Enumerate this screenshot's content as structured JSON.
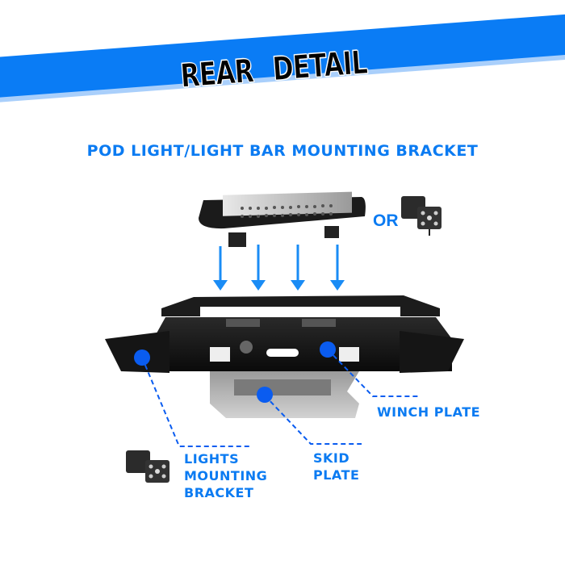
{
  "banner": {
    "title": "REAR  DETAIL",
    "color": "#0a7cf5"
  },
  "subtitle": "POD LIGHT/LIGHT BAR MOUNTING BRACKET",
  "or_label": "OR",
  "callouts": {
    "winch_plate": "WINCH PLATE",
    "skid_plate_line1": "SKID",
    "skid_plate_line2": "PLATE",
    "lights_line1": "LIGHTS",
    "lights_line2": "MOUNTING",
    "lights_line3": "BRACKET"
  },
  "colors": {
    "accent": "#0b7bf2",
    "marker": "#0a5cf0",
    "arrow": "#1a8cf5"
  },
  "icons": [
    "light-bar-image",
    "pod-light-pair-image",
    "bumper-image",
    "down-arrow-icon",
    "callout-marker-icon"
  ]
}
